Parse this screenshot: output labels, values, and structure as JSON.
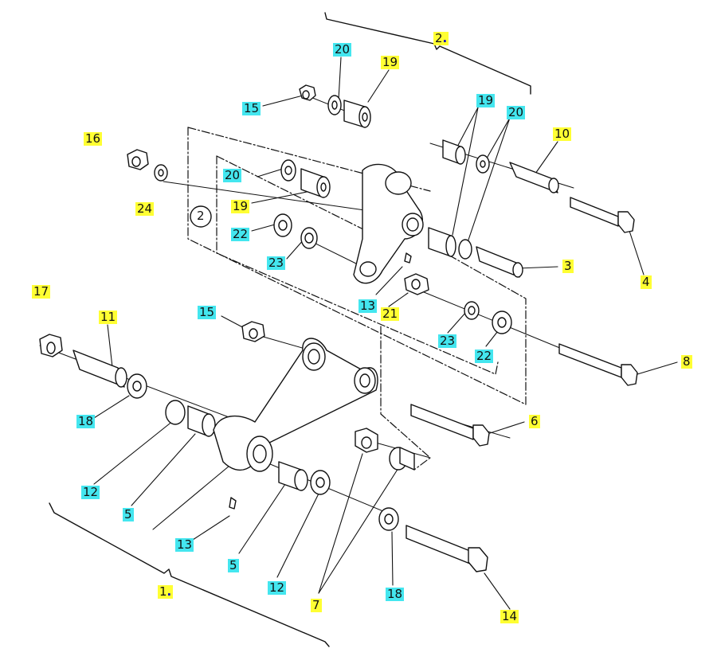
{
  "colors": {
    "highlight_yellow": "#ffff33",
    "highlight_cyan": "#44e6ef",
    "line": "#111111"
  },
  "assemblies": [
    {
      "id": "1",
      "label": "1",
      "color": "yellow"
    },
    {
      "id": "2",
      "label": "2",
      "color": "yellow"
    }
  ],
  "circled_label": "2",
  "callouts": [
    {
      "text": "20",
      "color": "cyan"
    },
    {
      "text": "19",
      "color": "yellow"
    },
    {
      "text": "15",
      "color": "cyan"
    },
    {
      "text": "19",
      "color": "cyan"
    },
    {
      "text": "20",
      "color": "cyan"
    },
    {
      "text": "10",
      "color": "yellow"
    },
    {
      "text": "16",
      "color": "yellow"
    },
    {
      "text": "20",
      "color": "cyan"
    },
    {
      "text": "24",
      "color": "yellow"
    },
    {
      "text": "19",
      "color": "yellow"
    },
    {
      "text": "22",
      "color": "cyan"
    },
    {
      "text": "23",
      "color": "cyan"
    },
    {
      "text": "3",
      "color": "yellow"
    },
    {
      "text": "4",
      "color": "yellow"
    },
    {
      "text": "13",
      "color": "cyan"
    },
    {
      "text": "21",
      "color": "yellow"
    },
    {
      "text": "23",
      "color": "cyan"
    },
    {
      "text": "22",
      "color": "cyan"
    },
    {
      "text": "8",
      "color": "yellow"
    },
    {
      "text": "17",
      "color": "yellow"
    },
    {
      "text": "11",
      "color": "yellow"
    },
    {
      "text": "15",
      "color": "cyan"
    },
    {
      "text": "18",
      "color": "cyan"
    },
    {
      "text": "6",
      "color": "yellow"
    },
    {
      "text": "12",
      "color": "cyan"
    },
    {
      "text": "5",
      "color": "cyan"
    },
    {
      "text": "13",
      "color": "cyan"
    },
    {
      "text": "5",
      "color": "cyan"
    },
    {
      "text": "12",
      "color": "cyan"
    },
    {
      "text": "7",
      "color": "yellow"
    },
    {
      "text": "18",
      "color": "cyan"
    },
    {
      "text": "14",
      "color": "yellow"
    }
  ]
}
